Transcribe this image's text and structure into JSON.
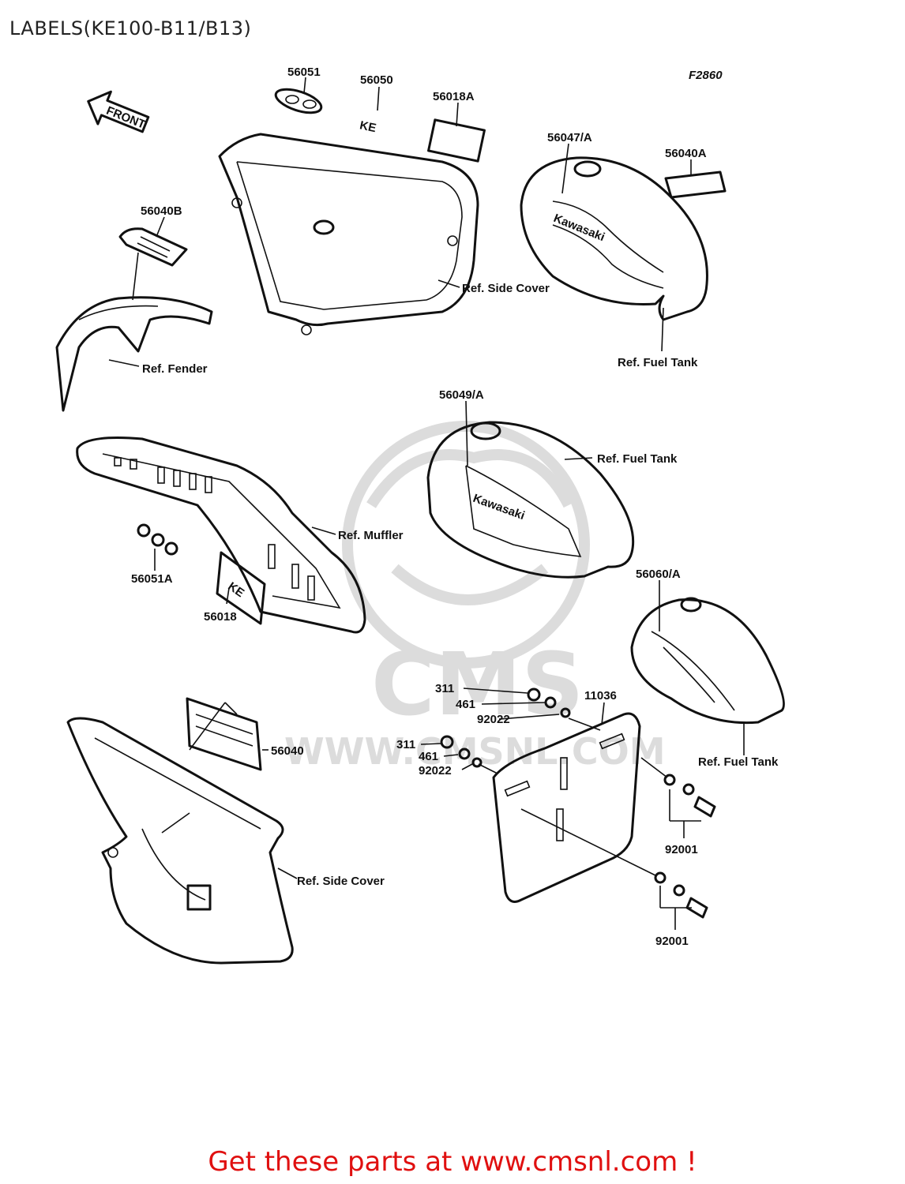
{
  "title": "LABELS(KE100-B11/B13)",
  "figure_code": "F2860",
  "front_arrow_text": "FRONT",
  "watermark": {
    "brand": "CMS",
    "url": "WWW.CMSNL.COM"
  },
  "decal_text": {
    "ke_large": "KE",
    "ke_small": "KE",
    "kawasaki_1": "Kawasaki",
    "kawasaki_2": "Kawasaki"
  },
  "callouts": [
    {
      "id": "c-56051",
      "text": "56051"
    },
    {
      "id": "c-56050",
      "text": "56050"
    },
    {
      "id": "c-56018A",
      "text": "56018A"
    },
    {
      "id": "c-56047A",
      "text": "56047/A"
    },
    {
      "id": "c-56040A",
      "text": "56040A"
    },
    {
      "id": "c-56040B",
      "text": "56040B"
    },
    {
      "id": "c-ref-side-cover-1",
      "text": "Ref. Side Cover"
    },
    {
      "id": "c-ref-fender",
      "text": "Ref. Fender"
    },
    {
      "id": "c-ref-fuel-tank-1",
      "text": "Ref. Fuel Tank"
    },
    {
      "id": "c-56049A",
      "text": "56049/A"
    },
    {
      "id": "c-ref-fuel-tank-2",
      "text": "Ref. Fuel Tank"
    },
    {
      "id": "c-ref-muffler",
      "text": "Ref. Muffler"
    },
    {
      "id": "c-56051A",
      "text": "56051A"
    },
    {
      "id": "c-56018",
      "text": "56018"
    },
    {
      "id": "c-56060A",
      "text": "56060/A"
    },
    {
      "id": "c-311-a",
      "text": "311"
    },
    {
      "id": "c-461-a",
      "text": "461"
    },
    {
      "id": "c-92022-a",
      "text": "92022"
    },
    {
      "id": "c-11036",
      "text": "11036"
    },
    {
      "id": "c-311-b",
      "text": "311"
    },
    {
      "id": "c-461-b",
      "text": "461"
    },
    {
      "id": "c-92022-b",
      "text": "92022"
    },
    {
      "id": "c-56040",
      "text": "56040"
    },
    {
      "id": "c-ref-fuel-tank-3",
      "text": "Ref. Fuel  Tank"
    },
    {
      "id": "c-92001-a",
      "text": "92001"
    },
    {
      "id": "c-ref-side-cover-2",
      "text": "Ref. Side Cover"
    },
    {
      "id": "c-92001-b",
      "text": "92001"
    }
  ],
  "footer": "Get these parts at www.cmsnl.com !"
}
